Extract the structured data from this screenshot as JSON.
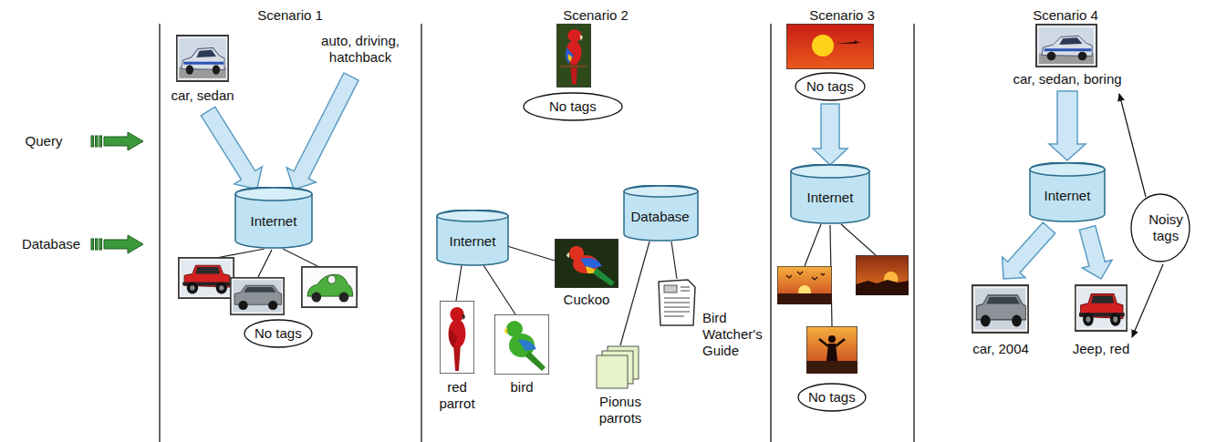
{
  "diagram": {
    "nodes": [
      {
        "text": [
          "Internet"
        ]
      },
      {
        "text": [
          "No tags"
        ]
      },
      {
        "text": [
          "No tags"
        ]
      },
      {
        "text": [
          "Internet"
        ]
      },
      {
        "text": [
          "Database"
        ]
      },
      {
        "text": [
          "No tags"
        ]
      },
      {
        "text": [
          "Internet"
        ]
      },
      {
        "text": [
          "No tags"
        ]
      },
      {
        "text": [
          "Internet"
        ]
      },
      {
        "text": [
          "Noisy tags"
        ]
      }
    ],
    "edges": [
      {
        "from": 5,
        "to": 6,
        "arrow": "to"
      }
    ],
    "labels": [
      "Scenario 1",
      "Scenario 2",
      "Scenario 3",
      "Scenario 4",
      "Query",
      "Database",
      "car, sedan",
      "auto, driving, hatchback",
      "red parrot",
      "bird",
      "Cuckoo",
      "Pionus parrots",
      "Bird Watcher's Guide",
      "car, sedan, boring",
      "car, 2004",
      "Jeep, red"
    ]
  }
}
